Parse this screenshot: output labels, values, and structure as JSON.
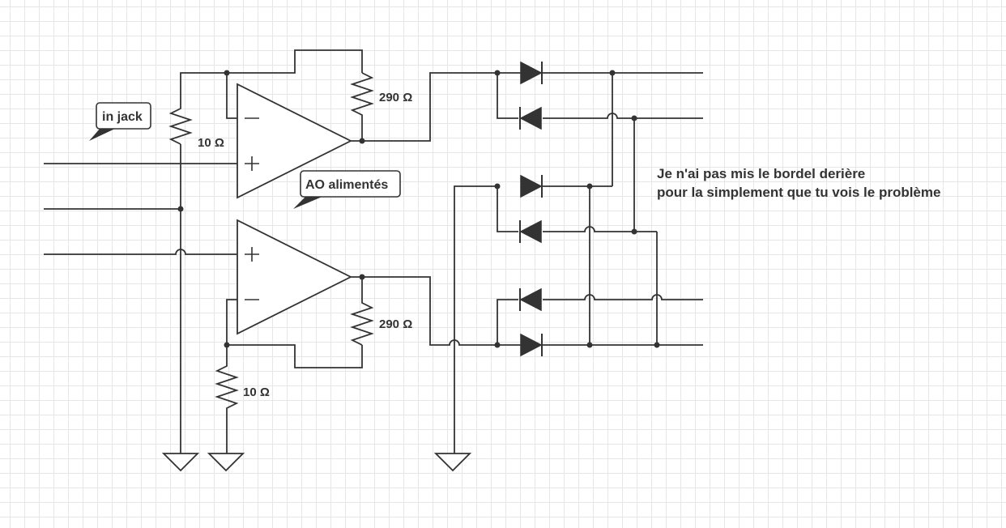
{
  "labels": {
    "r_top_left": "10 Ω",
    "r_top_feedback": "290 Ω",
    "r_bottom_feedback": "290 Ω",
    "r_bottom_left": "10 Ω"
  },
  "callouts": {
    "in_jack": "in jack",
    "ao_powered": "AO alimentés"
  },
  "opamp_signs": {
    "minus": "−",
    "plus": "+"
  },
  "note": {
    "line1": "Je n'ai pas mis le bordel derière",
    "line2": "pour la simplement que tu vois le problème"
  },
  "colors": {
    "ink": "#333333",
    "grid": "#e6e6e6",
    "background": "#ffffff"
  }
}
